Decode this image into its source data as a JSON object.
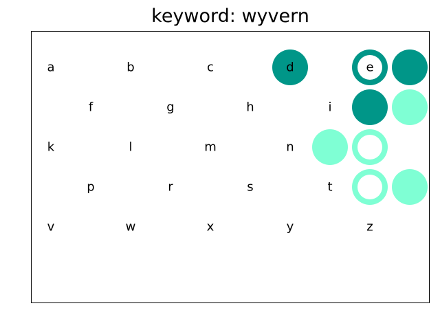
{
  "title": "keyword: wyvern",
  "colors": {
    "dark": "#009688",
    "light": "#7fffd4",
    "blank": "#ffffff"
  },
  "rows": [
    {
      "letters": [
        "a",
        "b",
        "c",
        "d",
        "e"
      ],
      "marks": [
        {
          "letter": "d",
          "style": "filled",
          "color": "dark"
        },
        {
          "letter": "e",
          "style": "ring",
          "color": "dark"
        },
        {
          "letter": "e",
          "style": "filled",
          "color": "dark",
          "offset": 1
        }
      ]
    },
    {
      "letters": [
        "f",
        "g",
        "h",
        "i"
      ],
      "marks": [
        {
          "letter": "i",
          "style": "filled",
          "color": "dark",
          "offset": 1
        },
        {
          "letter": "i",
          "style": "filled",
          "color": "light",
          "offset": 2
        }
      ]
    },
    {
      "letters": [
        "k",
        "l",
        "m",
        "n"
      ],
      "marks": [
        {
          "letter": "n",
          "style": "filled",
          "color": "light",
          "offset": 1
        },
        {
          "letter": "n",
          "style": "ring",
          "color": "light",
          "offset": 2
        }
      ]
    },
    {
      "letters": [
        "p",
        "r",
        "s",
        "t"
      ],
      "marks": [
        {
          "letter": "t",
          "style": "ring",
          "color": "light",
          "offset": 1
        },
        {
          "letter": "t",
          "style": "filled",
          "color": "light",
          "offset": 2
        }
      ]
    },
    {
      "letters": [
        "v",
        "w",
        "x",
        "y",
        "z"
      ],
      "marks": []
    }
  ]
}
